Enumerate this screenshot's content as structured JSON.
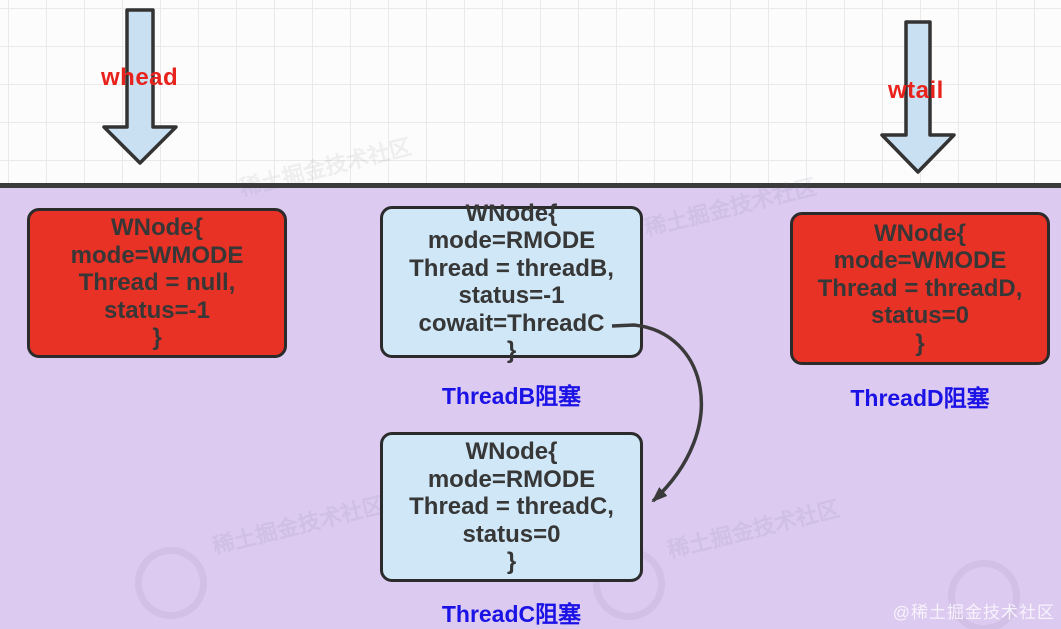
{
  "colors": {
    "purple_bg": "#dccaf0",
    "grid_bg": "#fcfcfc",
    "grid_line": "#e9e9e9",
    "red_box": "#e93226",
    "blue_box": "#cfe7f6",
    "box_border": "#2b2b2b",
    "arrow_fill": "#c9e0f3",
    "arrow_border": "#333333",
    "divider": "#3b3b3b",
    "pointer_label_color": "#e8221c",
    "thread_label_color": "#1b12e6",
    "box_text_color": "#373737"
  },
  "pointers": {
    "whead": "whead",
    "wtail": "wtail"
  },
  "nodes": {
    "head": {
      "lines": [
        "WNode{",
        "mode=WMODE",
        "Thread = null,",
        "status=-1",
        "}"
      ]
    },
    "threadB": {
      "lines": [
        "WNode{",
        "mode=RMODE",
        "Thread = threadB,",
        "status=-1",
        "cowait=ThreadC",
        "}"
      ],
      "label": "ThreadB阻塞"
    },
    "threadD": {
      "lines": [
        "WNode{",
        "mode=WMODE",
        "Thread = threadD,",
        "status=0",
        "}"
      ],
      "label": "ThreadD阻塞"
    },
    "threadC": {
      "lines": [
        "WNode{",
        "mode=RMODE",
        "Thread = threadC,",
        "status=0",
        "}"
      ],
      "label": "ThreadC阻塞"
    }
  },
  "watermark": {
    "corner": "@稀土掘金技术社区",
    "tile": "稀土掘金技术社区"
  }
}
